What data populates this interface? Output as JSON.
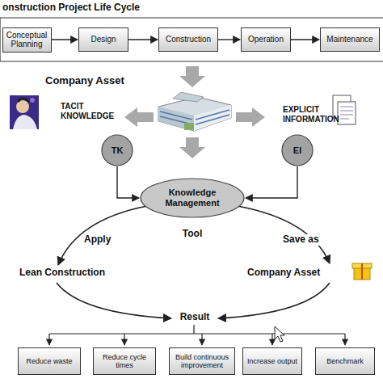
{
  "diagram": {
    "title": "onstruction Project Life Cycle",
    "nodes": [
      {
        "text": [
          "Conceptual Planning"
        ]
      },
      {
        "text": [
          "Design"
        ]
      },
      {
        "text": [
          "Construction"
        ]
      },
      {
        "text": [
          "Operation"
        ]
      },
      {
        "text": [
          "Maintenance"
        ]
      },
      {
        "text": [
          "TK"
        ]
      },
      {
        "text": [
          "EI"
        ]
      },
      {
        "text": [
          "Knowledge Management"
        ]
      },
      {
        "text": [
          "Reduce waste"
        ]
      },
      {
        "text": [
          "Reduce cycle times"
        ]
      },
      {
        "text": [
          "Build continuous improvement"
        ]
      },
      {
        "text": [
          "Increase output"
        ]
      },
      {
        "text": [
          "Benchmark"
        ]
      }
    ],
    "edges": [
      {
        "from": 0,
        "to": 1,
        "arrow": "to"
      },
      {
        "from": 1,
        "to": 2,
        "arrow": "to"
      },
      {
        "from": 2,
        "to": 3,
        "arrow": "to"
      },
      {
        "from": 3,
        "to": 4,
        "arrow": "to"
      },
      {
        "from": 5,
        "to": 7,
        "arrow": "to"
      },
      {
        "from": 6,
        "to": 7,
        "arrow": "to"
      }
    ],
    "labels": [
      "Company Asset",
      "TACIT KNOWLEDGE",
      "EXPLICIT INFORMATION",
      "Tool",
      "Apply",
      "Save as",
      "Lean Construction",
      "Company Asset",
      "Result"
    ]
  }
}
